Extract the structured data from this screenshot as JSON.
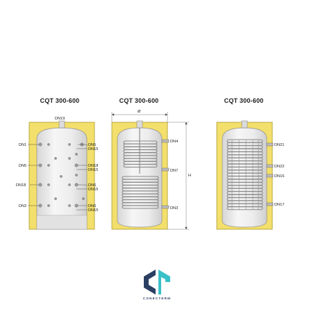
{
  "titles": {
    "left": "CQT 300-600",
    "middle": "CQT 300-600",
    "right": "CQT 300-600"
  },
  "labels": {
    "left": {
      "top": "DN19",
      "dn1": "DN1",
      "dn5_left": "DN5",
      "dn18_left": "DN18",
      "dn2": "DN2",
      "dn5_right": "DN5",
      "dn15_a": "DN15",
      "dn18_right": "DN18",
      "dn15_b": "DN15",
      "dn6_a": "DN6",
      "dn15_c": "DN15",
      "dn6_b": "DN6",
      "dn15_d": "DN15"
    },
    "middle": {
      "diameter": "Ø",
      "height": "H",
      "dn4": "DN4",
      "dn7": "DN7",
      "dn3": "DN3"
    },
    "right": {
      "dn21": "DN21",
      "dn22": "DN22",
      "dn16": "DN16",
      "dn17": "DN17"
    }
  },
  "logo": {
    "text": "CONECTERM"
  },
  "colors": {
    "insulation": "#f3df6b",
    "insulation_edge": "#a9982e",
    "tank": "#ececec",
    "coil": "#8a8a8a",
    "logo_dark": "#2b3f63",
    "logo_teal": "#39c0c9"
  }
}
